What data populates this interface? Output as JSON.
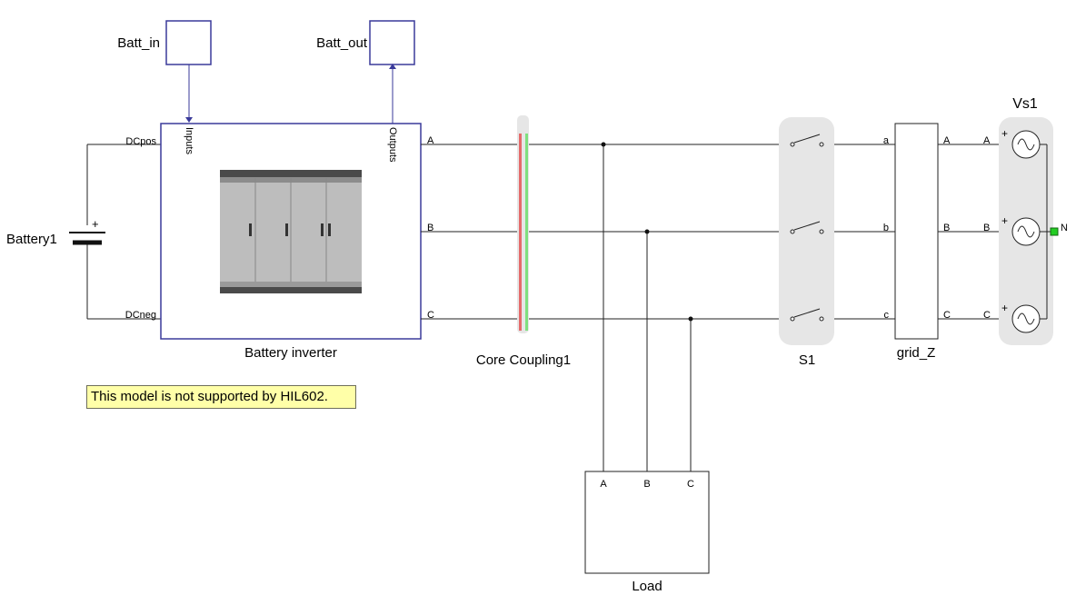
{
  "ports": {
    "batt_in": "Batt_in",
    "batt_out": "Batt_out"
  },
  "battery": {
    "label": "Battery1",
    "plus": "+"
  },
  "inverter": {
    "label": "Battery inverter",
    "dc_pos": "DCpos",
    "dc_neg": "DCneg",
    "inputs": "Inputs",
    "outputs": "Outputs",
    "phase_a": "A",
    "phase_b": "B",
    "phase_c": "C"
  },
  "coupling": {
    "label": "Core Coupling1"
  },
  "switch": {
    "label": "S1"
  },
  "grid_z": {
    "label": "grid_Z",
    "in_a": "a",
    "in_b": "b",
    "in_c": "c",
    "out_a": "A",
    "out_b": "B",
    "out_c": "C"
  },
  "source": {
    "label": "Vs1",
    "phase_a": "A",
    "phase_b": "B",
    "phase_c": "C",
    "plus": "+",
    "neutral": "N"
  },
  "load": {
    "label": "Load",
    "phase_a": "A",
    "phase_b": "B",
    "phase_c": "C"
  },
  "note": {
    "text": "This model is not supported by HIL602."
  },
  "colors": {
    "block_border": "#3a3a9a",
    "coupling_red": "#e56a6a",
    "coupling_green": "#7fe07f",
    "neutral_terminal": "#22cc22",
    "group_bg": "#e6e6e6",
    "note_bg": "#ffffa8"
  }
}
